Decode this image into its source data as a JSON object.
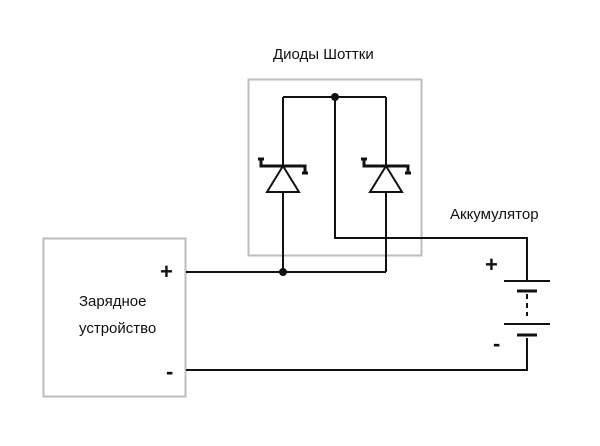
{
  "diodes": {
    "title": "Диоды Шоттки"
  },
  "charger": {
    "line1": "Зарядное",
    "line2": "устройство",
    "plus": "+",
    "minus": "-"
  },
  "battery": {
    "title": "Аккумулятор",
    "plus": "+",
    "minus": "-"
  },
  "colors": {
    "wire": "#111111",
    "box_border": "#bdbdbd"
  }
}
